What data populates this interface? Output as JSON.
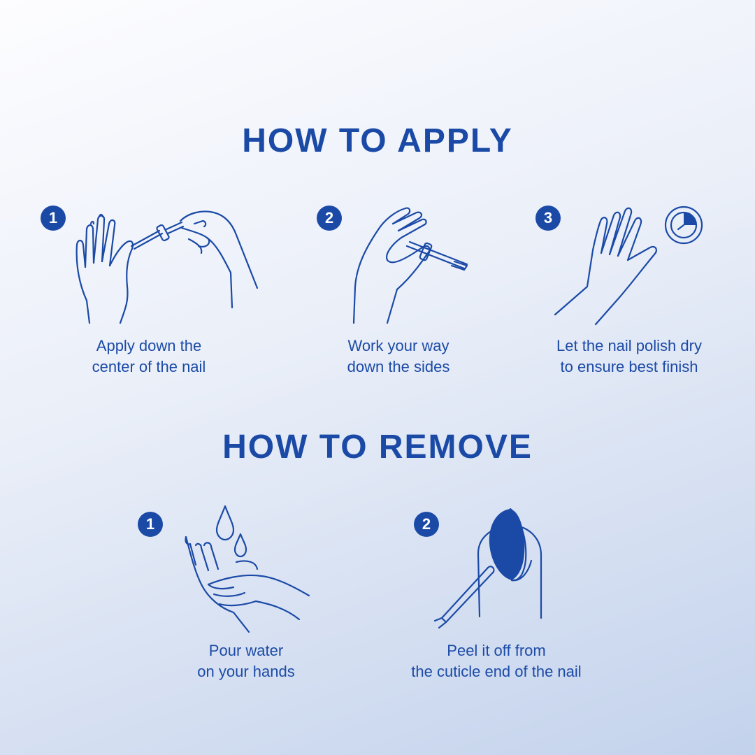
{
  "apply": {
    "title": "HOW TO APPLY",
    "steps": [
      {
        "number": "1",
        "lines": [
          "Apply down the",
          "center of the nail"
        ],
        "icon": "hand-applying-polish-icon"
      },
      {
        "number": "2",
        "lines": [
          "Work your way",
          "down the sides"
        ],
        "icon": "hand-brushing-sides-icon"
      },
      {
        "number": "3",
        "lines": [
          "Let the nail polish dry",
          "to ensure best finish"
        ],
        "icon": "hand-drying-timer-icon"
      }
    ]
  },
  "remove": {
    "title": "HOW TO REMOVE",
    "steps": [
      {
        "number": "1",
        "lines": [
          "Pour water",
          "on your hands"
        ],
        "icon": "hands-water-drops-icon"
      },
      {
        "number": "2",
        "lines": [
          "Peel it off from",
          "the cuticle end of the nail"
        ],
        "icon": "peeling-nail-tweezers-icon"
      }
    ]
  },
  "colors": {
    "primary": "#1b4aa6",
    "background_top": "#fdfdff",
    "background_bottom": "#c3d2ec"
  }
}
